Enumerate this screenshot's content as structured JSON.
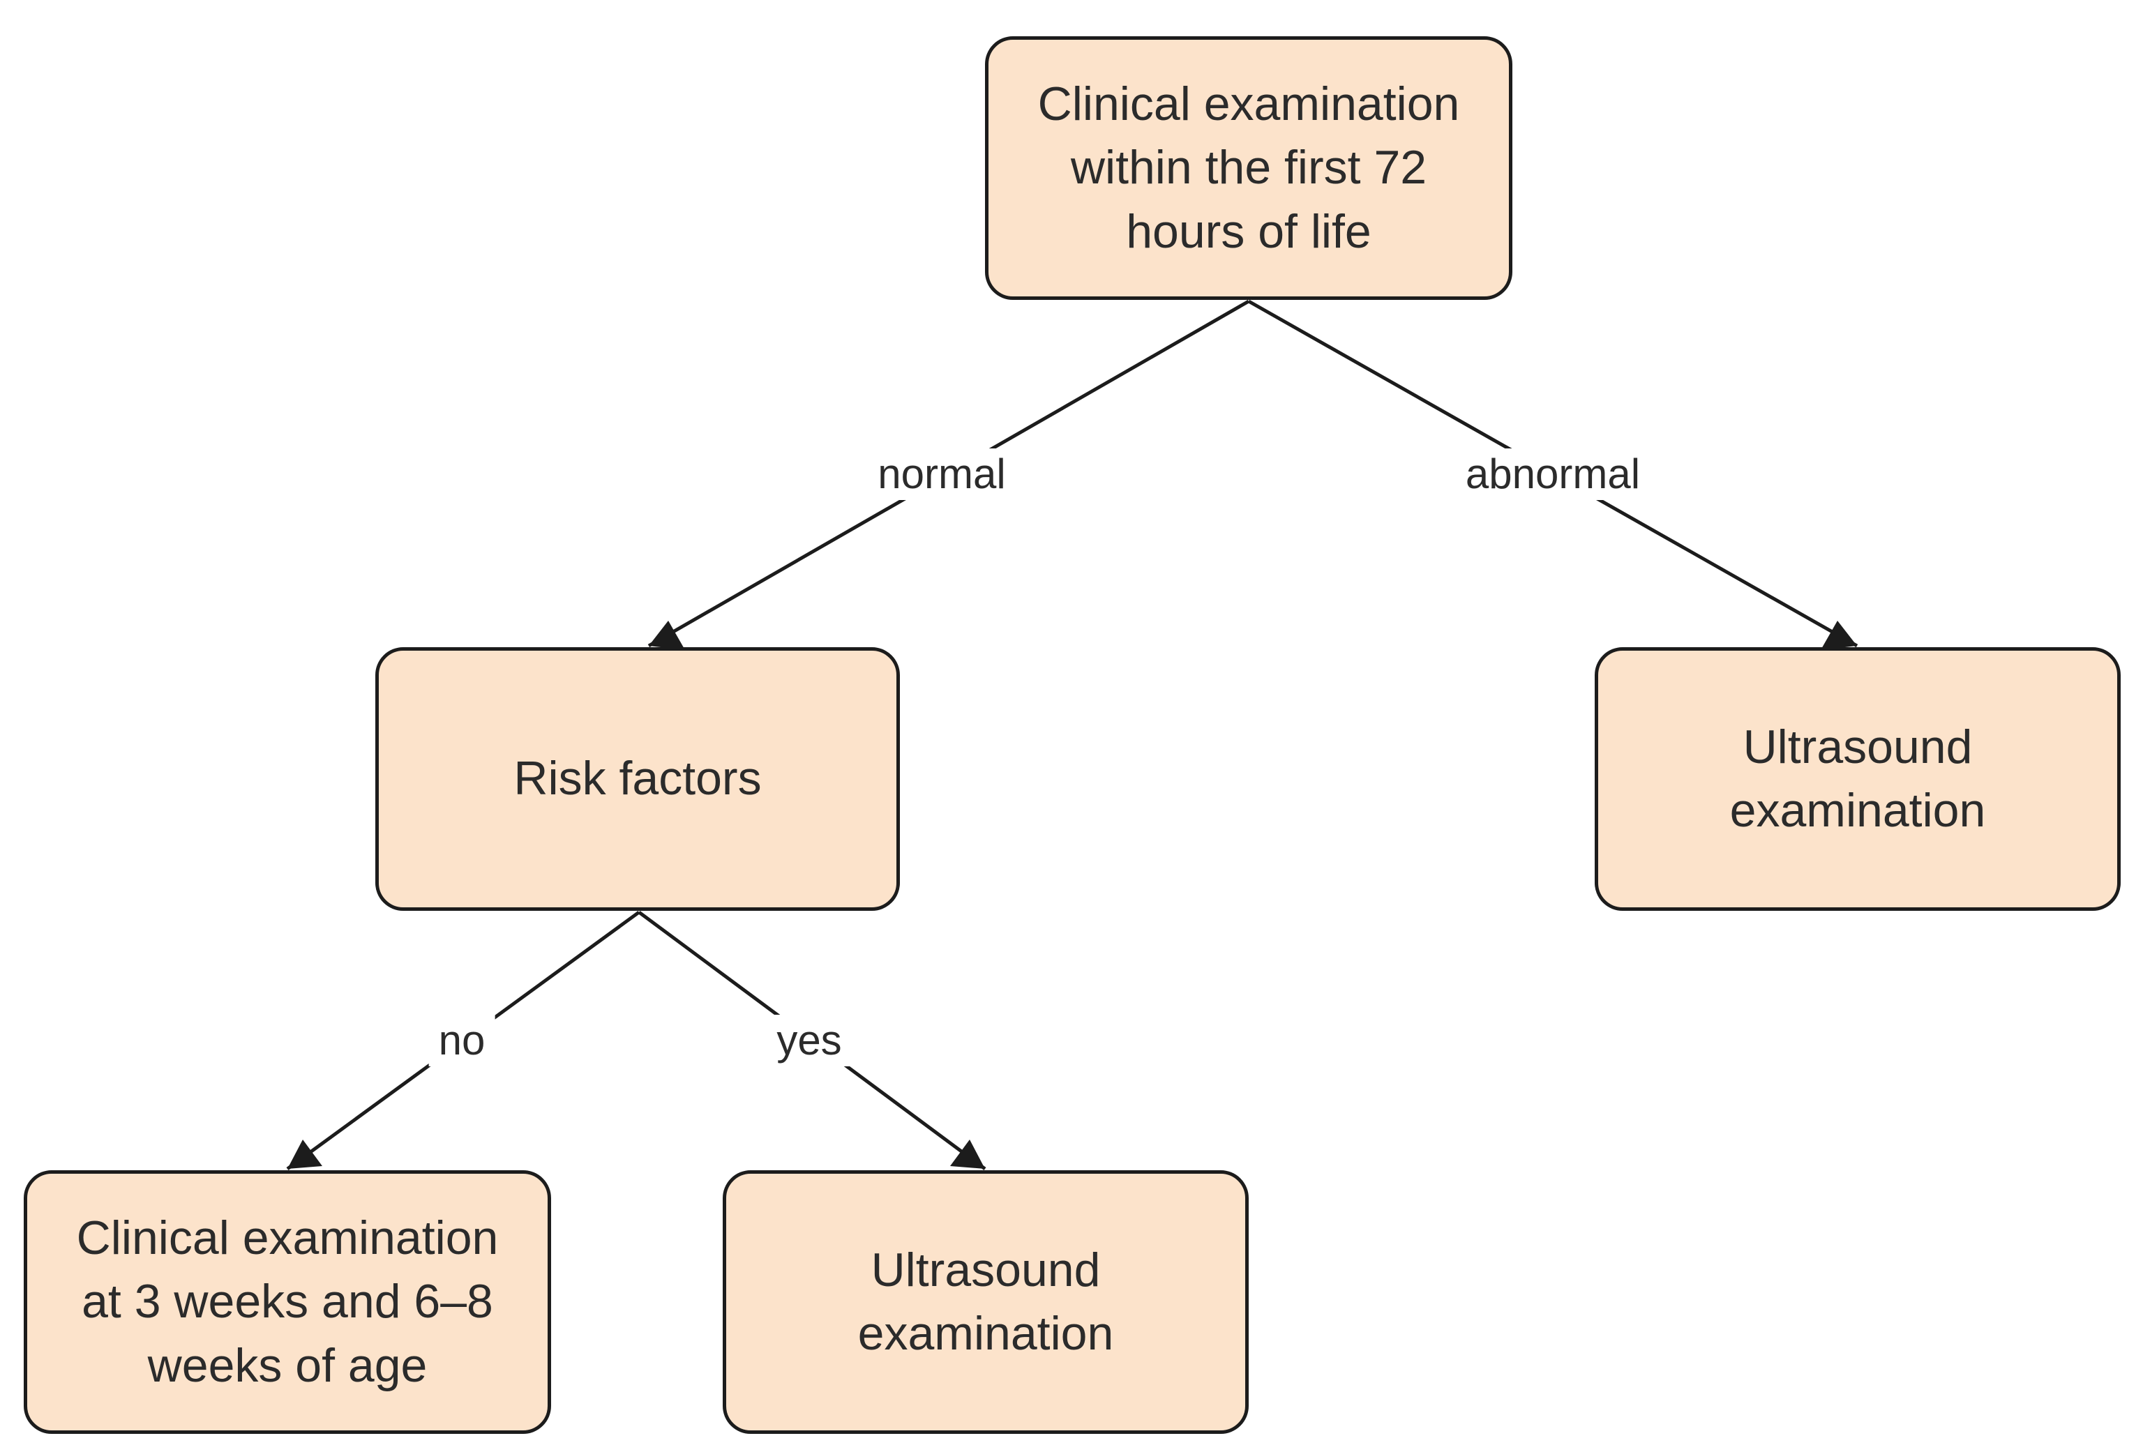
{
  "nodes": {
    "root": "Clinical examination\nwithin the first 72\nhours of life",
    "risk_factors": "Risk factors",
    "ultrasound_right": "Ultrasound\nexamination",
    "clinical_followup": "Clinical examination\nat 3 weeks and 6–8\nweeks of age",
    "ultrasound_bottom": "Ultrasound\nexamination"
  },
  "edge_labels": {
    "normal": "normal",
    "abnormal": "abnormal",
    "no": "no",
    "yes": "yes"
  },
  "colors": {
    "node_fill": "#fce3cb",
    "node_border": "#1c1c1c",
    "text": "#2b2b2b",
    "edge": "#1c1c1c"
  }
}
